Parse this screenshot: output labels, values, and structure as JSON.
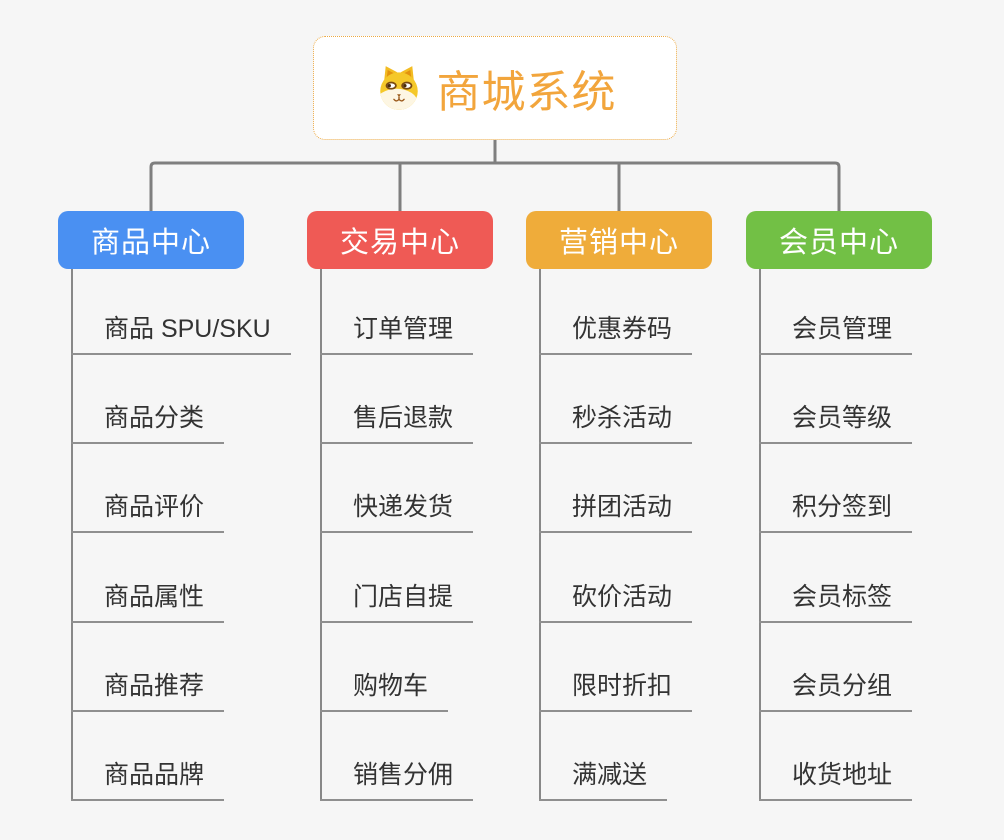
{
  "canvas": {
    "background": "#f6f6f6",
    "connector_color": "#7f7f7f",
    "underline_color": "#8f8f8f"
  },
  "root": {
    "title": "商城系统",
    "icon": "shiba-dog-icon",
    "title_color": "#F2A53C",
    "border_color": "#ECAA45",
    "background": "#ffffff"
  },
  "branches": [
    {
      "id": "product-center",
      "label": "商品中心",
      "color": "#4A90F2",
      "children": [
        "商品 SPU/SKU",
        "商品分类",
        "商品评价",
        "商品属性",
        "商品推荐",
        "商品品牌"
      ]
    },
    {
      "id": "trade-center",
      "label": "交易中心",
      "color": "#EF5A55",
      "children": [
        "订单管理",
        "售后退款",
        "快递发货",
        "门店自提",
        "购物车",
        "销售分佣"
      ]
    },
    {
      "id": "marketing-center",
      "label": "营销中心",
      "color": "#EFAC3A",
      "children": [
        "优惠券码",
        "秒杀活动",
        "拼团活动",
        "砍价活动",
        "限时折扣",
        "满减送"
      ]
    },
    {
      "id": "member-center",
      "label": "会员中心",
      "color": "#72C045",
      "children": [
        "会员管理",
        "会员等级",
        "积分签到",
        "会员标签",
        "会员分组",
        "收货地址"
      ]
    }
  ]
}
